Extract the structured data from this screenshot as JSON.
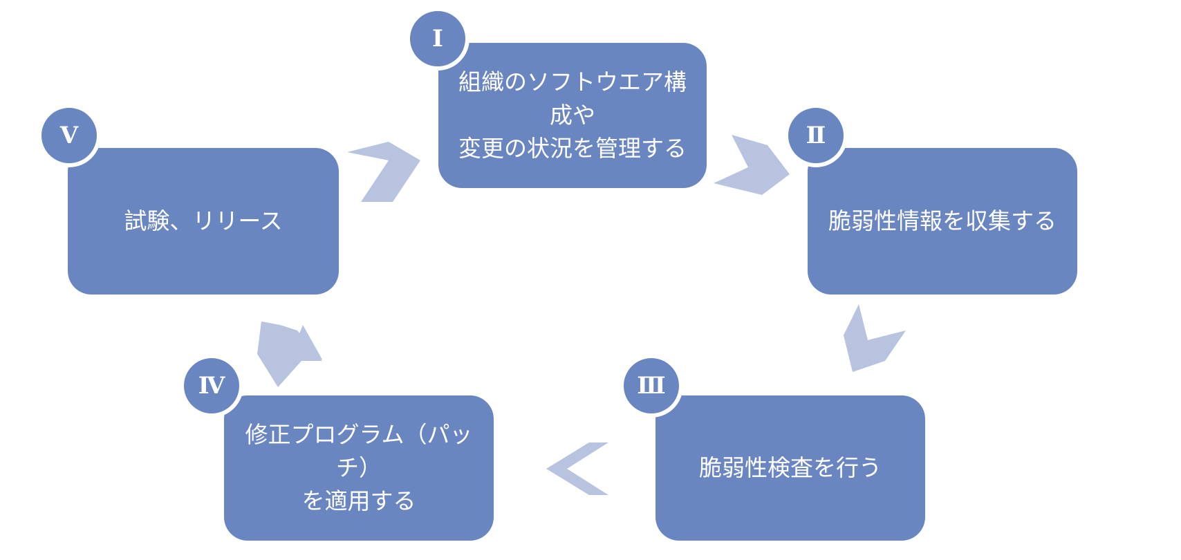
{
  "colors": {
    "box": "#6a86c1",
    "arrow": "#b8c3df",
    "text": "#ffffff"
  },
  "steps": [
    {
      "numeral": "Ⅰ",
      "lines": [
        "組織のソフトウエア構成や",
        "変更の状況を管理する"
      ]
    },
    {
      "numeral": "Ⅱ",
      "lines": [
        "脆弱性情報を収集する"
      ]
    },
    {
      "numeral": "Ⅲ",
      "lines": [
        "脆弱性検査を行う"
      ]
    },
    {
      "numeral": "Ⅳ",
      "lines": [
        "修正プログラム（パッチ）",
        "を適用する"
      ]
    },
    {
      "numeral": "Ⅴ",
      "lines": [
        "試験、リリース"
      ]
    }
  ]
}
